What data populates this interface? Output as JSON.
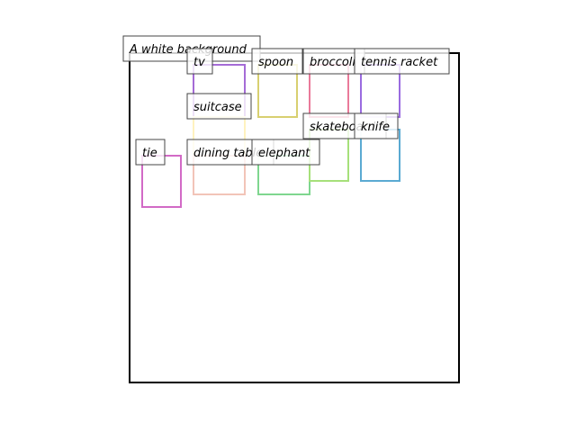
{
  "scene": {
    "caption": "A white background",
    "objects": [
      {
        "label": "tv",
        "color": "#a56bd6"
      },
      {
        "label": "suitcase",
        "color": "#fff2bf"
      },
      {
        "label": "dining table",
        "color": "#f2c4b8"
      },
      {
        "label": "spoon",
        "color": "#d8d070"
      },
      {
        "label": "elephant",
        "color": "#7fd68f"
      },
      {
        "label": "broccoli",
        "color": "#ea7a9a"
      },
      {
        "label": "skateboard",
        "color": "#a6e07a"
      },
      {
        "label": "tennis racket",
        "color": "#9a6be0"
      },
      {
        "label": "knife",
        "color": "#5aaad2"
      },
      {
        "label": "tie",
        "color": "#d26ac6"
      }
    ]
  }
}
